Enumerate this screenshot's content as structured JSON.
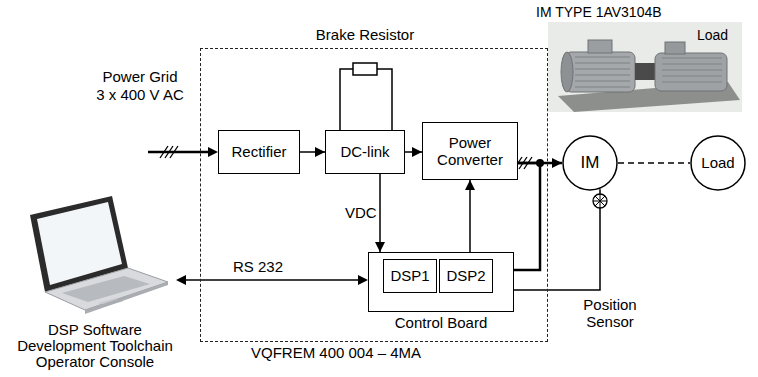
{
  "diagram": {
    "nodes": [
      {
        "text": [
          "VQFREM 400 004 – 4MA"
        ]
      },
      {
        "text": [
          "Rectifier"
        ],
        "in": 0
      },
      {
        "text": [
          "DC-link"
        ],
        "in": 0
      },
      {
        "text": [
          "Power Converter"
        ],
        "in": 0
      },
      {
        "text": [
          "Control Board"
        ],
        "in": 0
      },
      {
        "text": [
          "DSP1"
        ],
        "in": 4
      },
      {
        "text": [
          "DSP2"
        ],
        "in": 4
      },
      {
        "text": [
          "IM"
        ]
      },
      {
        "text": [
          "Load"
        ]
      }
    ],
    "edges": [
      {
        "from": 1,
        "to": 2,
        "arrow": "to"
      },
      {
        "from": 2,
        "to": 3,
        "arrow": "to"
      },
      {
        "from": 2,
        "to": 4,
        "label": "VDC",
        "arrow": "to"
      },
      {
        "from": 4,
        "to": 3,
        "arrow": "to"
      },
      {
        "from": 3,
        "to": 7,
        "arrow": "to"
      },
      {
        "from": 3,
        "to": 4,
        "arrow": "none"
      },
      {
        "from": 7,
        "to": 8,
        "arrow": "none"
      },
      {
        "from": 7,
        "to": 4,
        "arrow": "none"
      }
    ],
    "labels": [
      "IM TYPE 1AV3104B",
      "Load",
      "Brake Resistor",
      "Power Grid",
      "3 x 400 V AC",
      "RS 232",
      "DSP Software Development Toolchain Operator Console",
      "Position Sensor"
    ]
  }
}
